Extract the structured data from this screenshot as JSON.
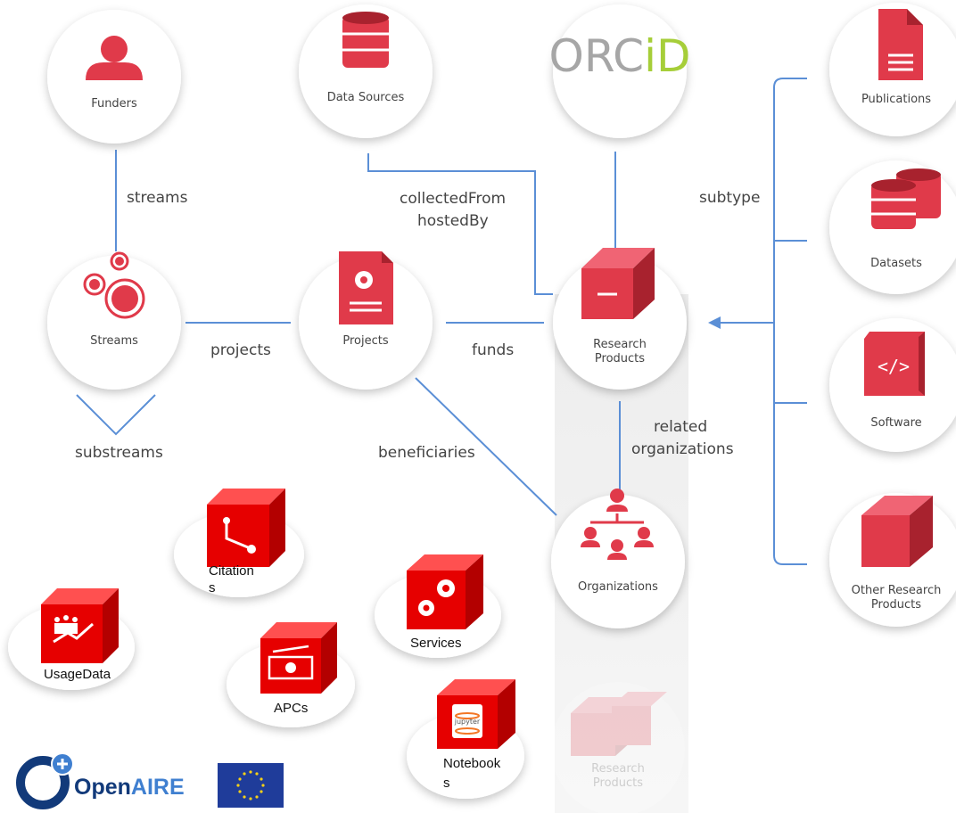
{
  "nodes": {
    "funders": "Funders",
    "data_sources": "Data Sources",
    "orcid_logo": "ORCID",
    "publications": "Publications",
    "datasets": "Datasets",
    "software": "Software",
    "other_line1": "Other Research",
    "other_line2": "Products",
    "streams": "Streams",
    "projects": "Projects",
    "research_line1": "Research",
    "research_line2": "Products",
    "organizations": "Organizations",
    "faded_line1": "Research",
    "faded_line2": "Products",
    "citations_line1": "Citation",
    "citations_line2": "s",
    "services": "Services",
    "usage_data": "UsageData",
    "apcs": "APCs",
    "notebooks_line1": "Notebook",
    "notebooks_line2": "s",
    "jupyter_text": "jupyter"
  },
  "edges": {
    "streams": "streams",
    "projects": "projects",
    "funds": "funds",
    "collected_from": "collectedFrom",
    "hosted_by": "hostedBy",
    "subtype": "subtype",
    "substreams": "substreams",
    "beneficiaries": "beneficiaries",
    "related_line1": "related",
    "related_line2": "organizations"
  },
  "logos": {
    "openaire": "OpenAIRE"
  },
  "colors": {
    "accent_red": "#e03a4a",
    "dark_red": "#a8222e",
    "link_blue": "#5b8fd6",
    "orcid_green": "#a6ce39",
    "orcid_gray": "#a6a6a6",
    "openaire_blue": "#123a7a",
    "eu_blue": "#1f3c9a",
    "eu_star": "#f7d117"
  }
}
